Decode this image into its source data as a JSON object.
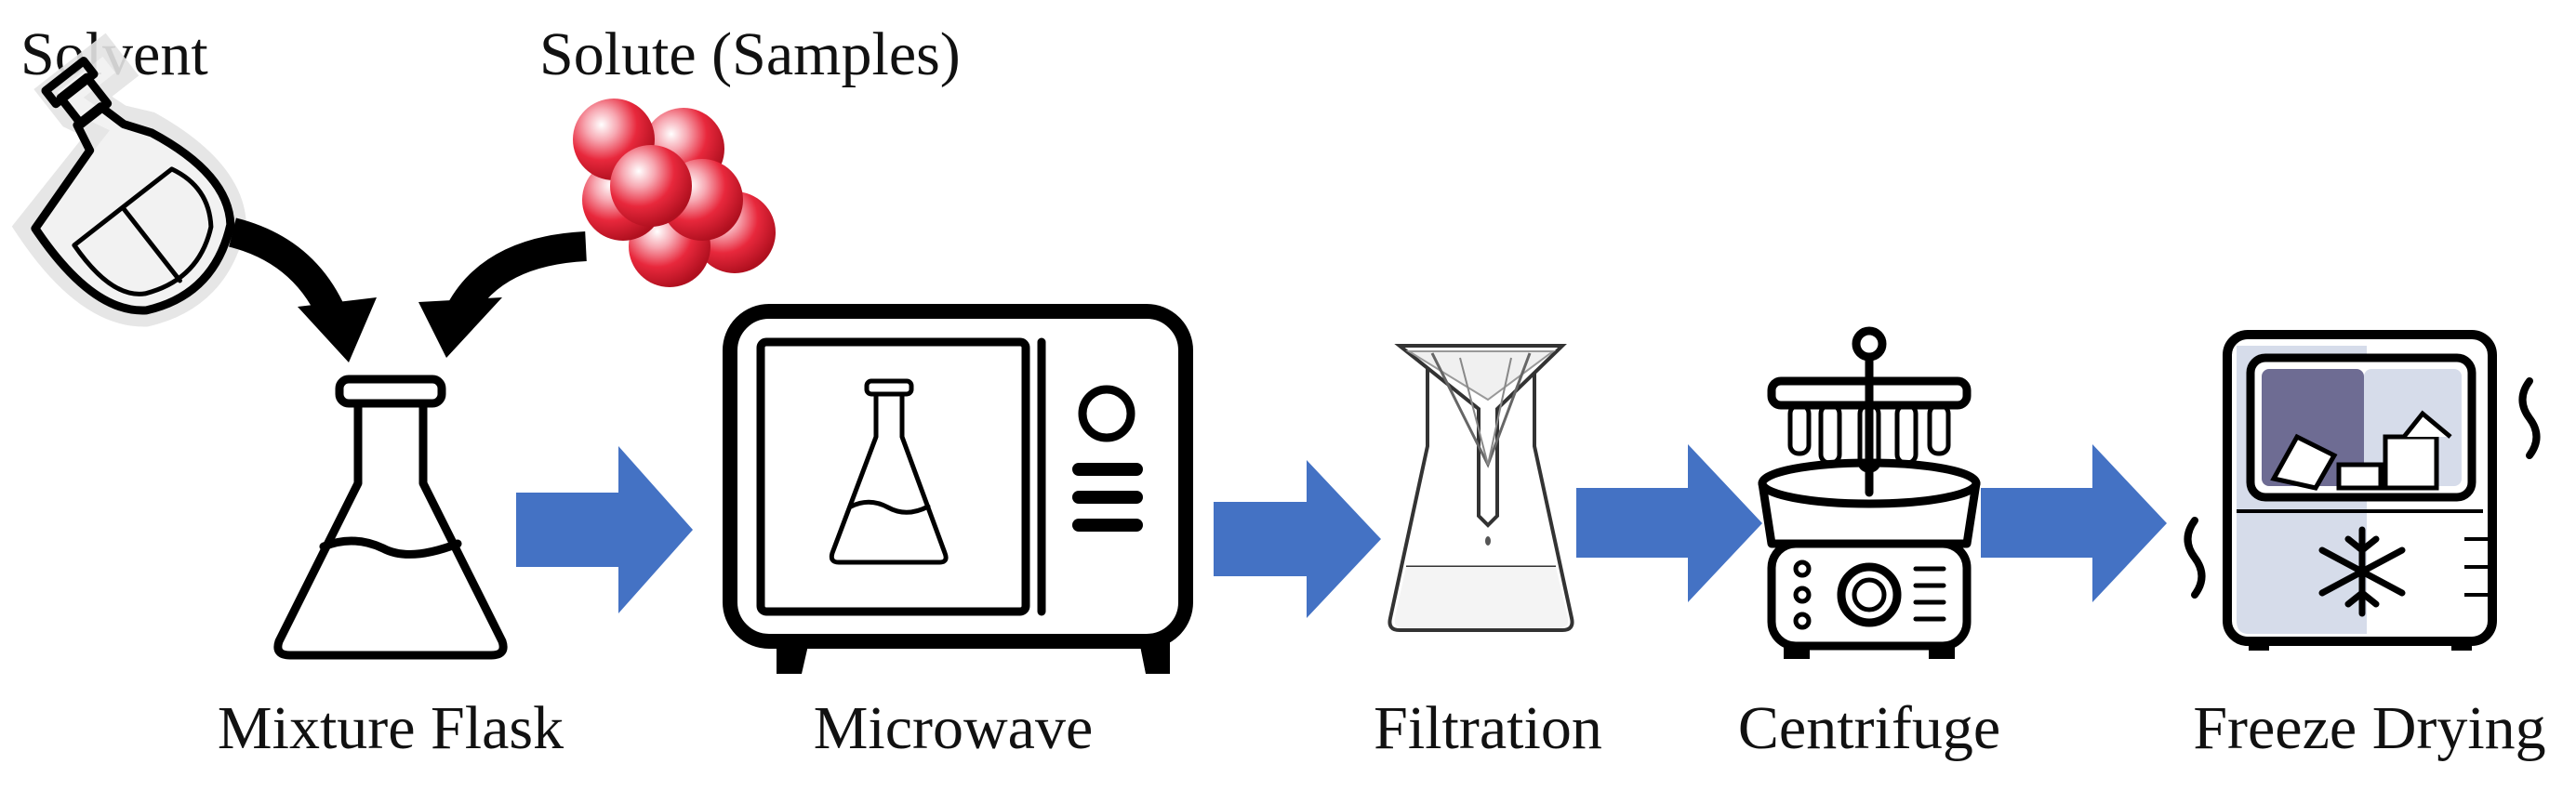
{
  "inputs": {
    "solvent_label": "Solvent",
    "solute_label": "Solute (Samples)"
  },
  "steps": [
    {
      "id": "mixture-flask",
      "label": "Mixture Flask",
      "icon": "erlenmeyer-flask-icon"
    },
    {
      "id": "microwave",
      "label": "Microwave",
      "icon": "microwave-oven-icon"
    },
    {
      "id": "filtration",
      "label": "Filtration",
      "icon": "filter-funnel-flask-icon"
    },
    {
      "id": "centrifuge",
      "label": "Centrifuge",
      "icon": "centrifuge-icon"
    },
    {
      "id": "freeze-drying",
      "label": "Freeze Drying",
      "icon": "freeze-dryer-icon"
    }
  ],
  "colors": {
    "arrow": "#4472C4",
    "solute_sphere": "#E8283C",
    "freeze_window": "#6E6C93",
    "freeze_panel": "#D6DCEA",
    "ink": "#000000"
  }
}
